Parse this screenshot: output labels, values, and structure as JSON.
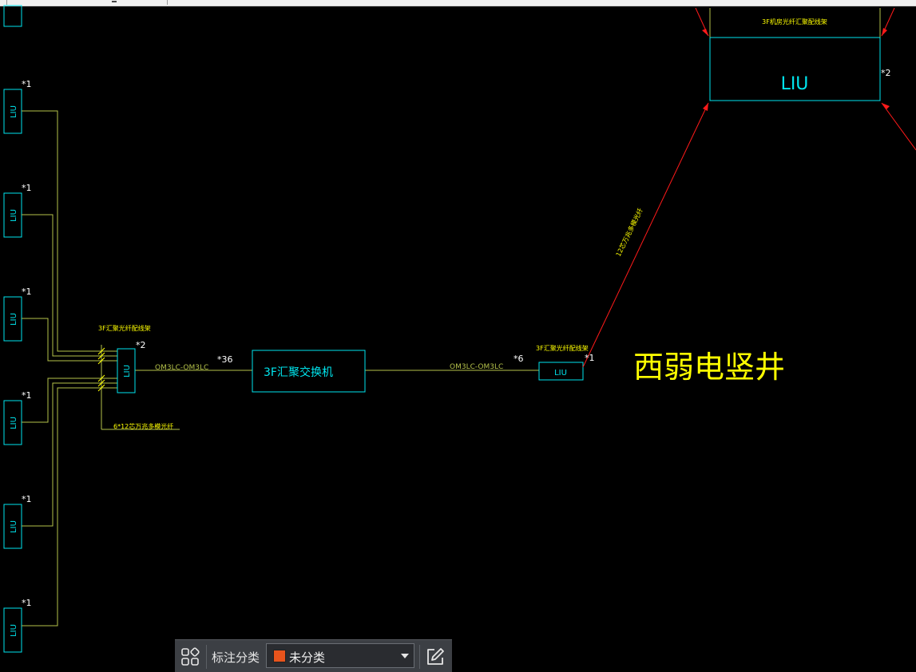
{
  "colors": {
    "background": "#000000",
    "cyan": "#00ffff",
    "yellow": "#ffff00",
    "line_green": "#b5c24a",
    "red_cable": "#ff0000",
    "swatch_unclassified": "#e8541c"
  },
  "drawing": {
    "liu_label": "LIU",
    "multiplier_one": "*1",
    "multiplier_two": "*2",
    "multiplier_36": "*36",
    "multiplier_six": "*6",
    "frame_3f_title": "3F汇聚光纤配线架",
    "patch_link_1": "OM3LC-OM3LC",
    "switch_label": "3F汇聚交换机",
    "patch_link_2": "OM3LC-OM3LC",
    "frame_3f_right_title": "3F汇聚光纤配线架",
    "room_label": "西弱电竖井",
    "riser_cable_label": "12芯万兆多模光纤",
    "top_frame_title": "3F机房光纤汇聚配线架",
    "bundle_label": "6*12芯万兆多模光纤"
  },
  "toolbar": {
    "grid_icon": "grid-icon",
    "category_label": "标注分类",
    "category_value": "未分类",
    "edit_icon": "edit-icon"
  }
}
